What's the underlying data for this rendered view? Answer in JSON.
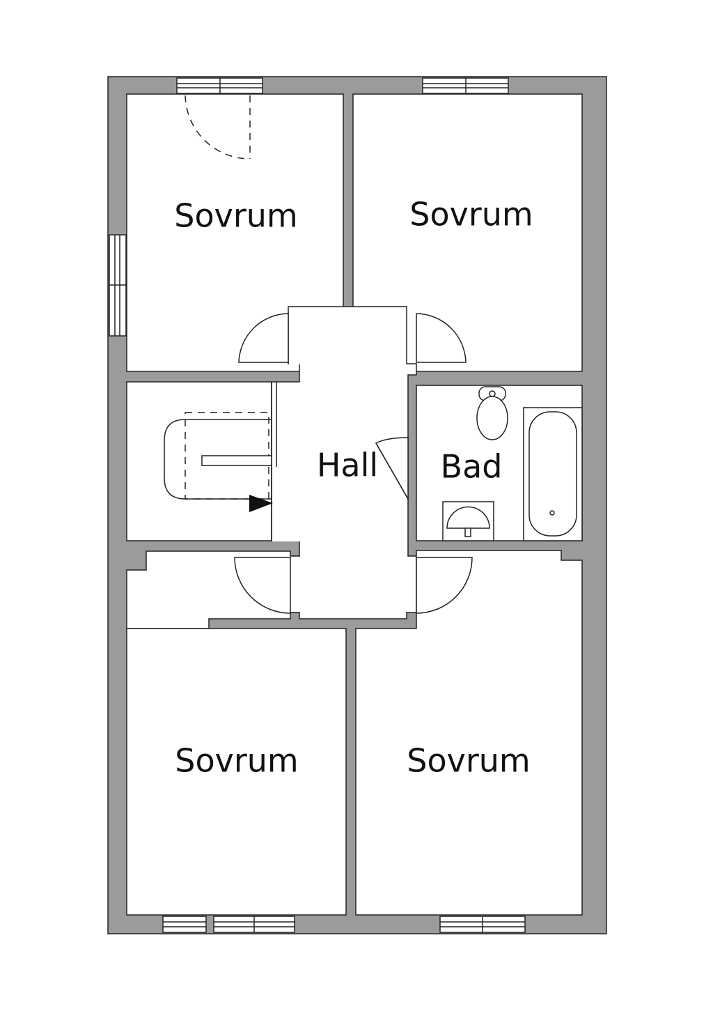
{
  "rooms": {
    "bedroom_top_left": "Sovrum",
    "bedroom_top_right": "Sovrum",
    "hall": "Hall",
    "bathroom": "Bad",
    "bedroom_bottom_left": "Sovrum",
    "bedroom_bottom_right": "Sovrum"
  },
  "colors": {
    "wall": "#9b9b9b",
    "floor": "#ffffff",
    "line": "#222222"
  },
  "icons": [
    "window-icon",
    "door-swing-icon",
    "toilet-icon",
    "bathtub-icon",
    "sink-icon",
    "stair-icon",
    "stair-direction-arrow-icon"
  ]
}
